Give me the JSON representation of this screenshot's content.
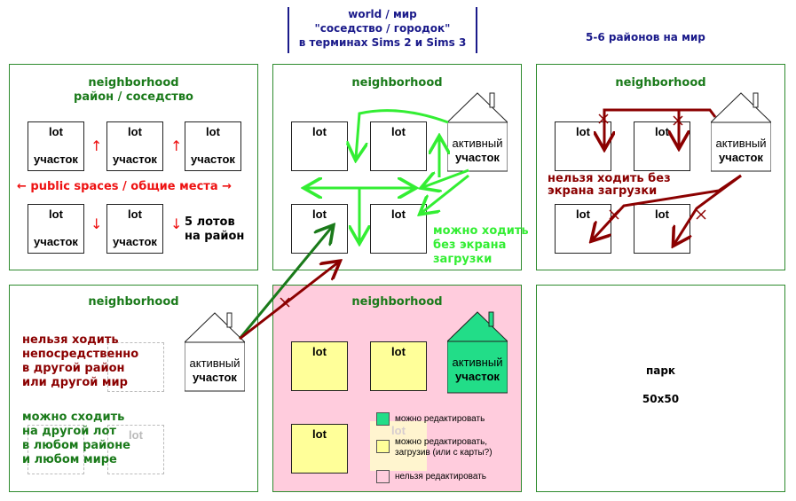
{
  "header": {
    "line1": "world / мир",
    "line2": "\"соседство / городок\"",
    "line3": "в терминах Sims 2 и Sims 3",
    "side_note": "5-6 районов на мир"
  },
  "panels": {
    "p1": {
      "title1": "neighborhood",
      "title2": "район / соседство",
      "public_spaces": "← public spaces / общие места →",
      "lots_per": "5 лотов\nна район"
    },
    "p2": {
      "title": "neighborhood",
      "walk_note": "можно ходить\nбез экрана\nзагрузки"
    },
    "p3": {
      "title": "neighborhood",
      "no_walk_note": "нельзя ходить без\nэкрана загрузки"
    },
    "p4": {
      "title": "neighborhood",
      "cannot_note": "нельзя ходить\nнепосредственно\nв другой район\nили другой мир",
      "can_note": "можно сходить\nна другой лот\nв любом районе\nи любом мире"
    },
    "p5": {
      "title": "neighborhood",
      "legend": [
        {
          "color": "#22dd88",
          "text": "можно редактировать"
        },
        {
          "color": "#ffff99",
          "text": "можно редактировать,\nзагрузив (или с карты?)"
        },
        {
          "color": "#ffccdd",
          "text": "нельзя редактировать"
        }
      ]
    },
    "p6": {
      "park": "парк",
      "size": "50x50"
    }
  },
  "lot": {
    "top": "lot",
    "bottom": "участок"
  },
  "house": {
    "line1": "активный",
    "line2": "участок"
  },
  "colors": {
    "green_title": "#1a7a1a",
    "dark_red": "#8b0000",
    "bright_green": "#33ee33",
    "red": "#ee1111",
    "pink_bg": "#ffccdd",
    "active_green": "#22dd88"
  }
}
